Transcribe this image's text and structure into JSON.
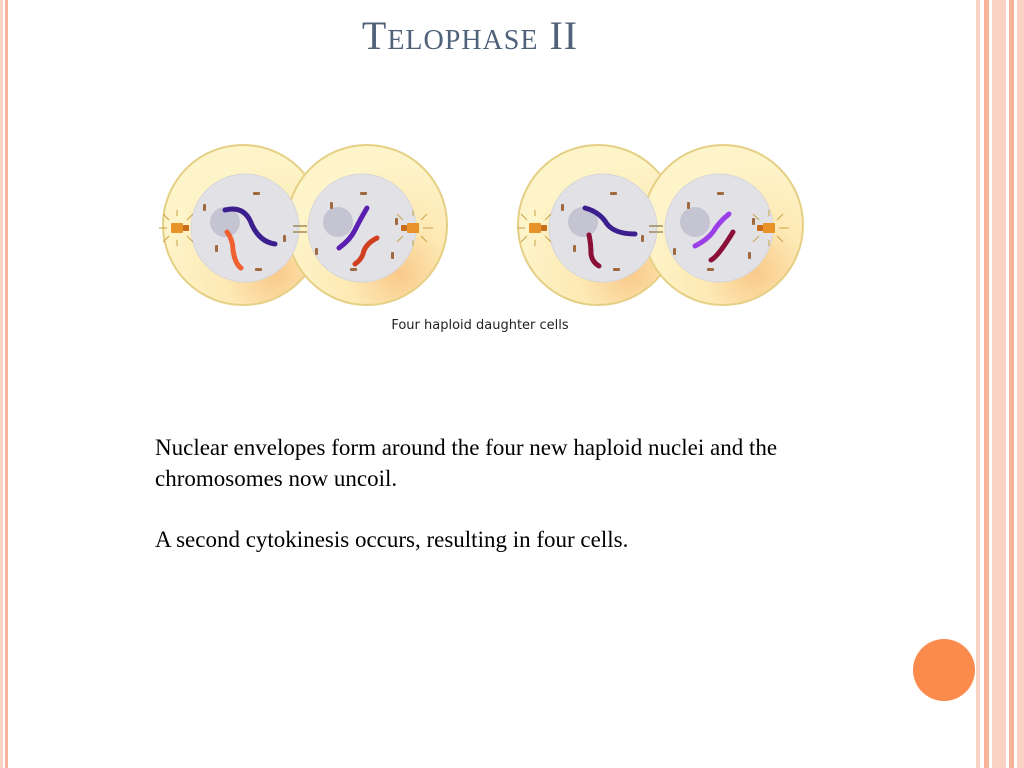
{
  "slide": {
    "title": "Telophase II",
    "figure": {
      "caption": "Four haploid daughter cells"
    },
    "paragraphs": [
      "Nuclear envelopes form around the four new haploid nuclei and the chromosomes now uncoil.",
      "A second cytokinesis occurs, resulting in four cells."
    ]
  },
  "colors": {
    "title": "#50627a",
    "border_light": "#fbd3c4",
    "border_mid": "#f7b49b",
    "accent_circle": "#fb8b4c",
    "cell_fill": "#fdf3c3",
    "cell_outline": "#e5cf84",
    "nucleus_fill": "#e2e2e6",
    "chromosome_dark_purple": "#3d1e8e",
    "chromosome_violet": "#9b3fe8",
    "chromosome_orange": "#f06030",
    "chromosome_maroon": "#8b1038"
  }
}
